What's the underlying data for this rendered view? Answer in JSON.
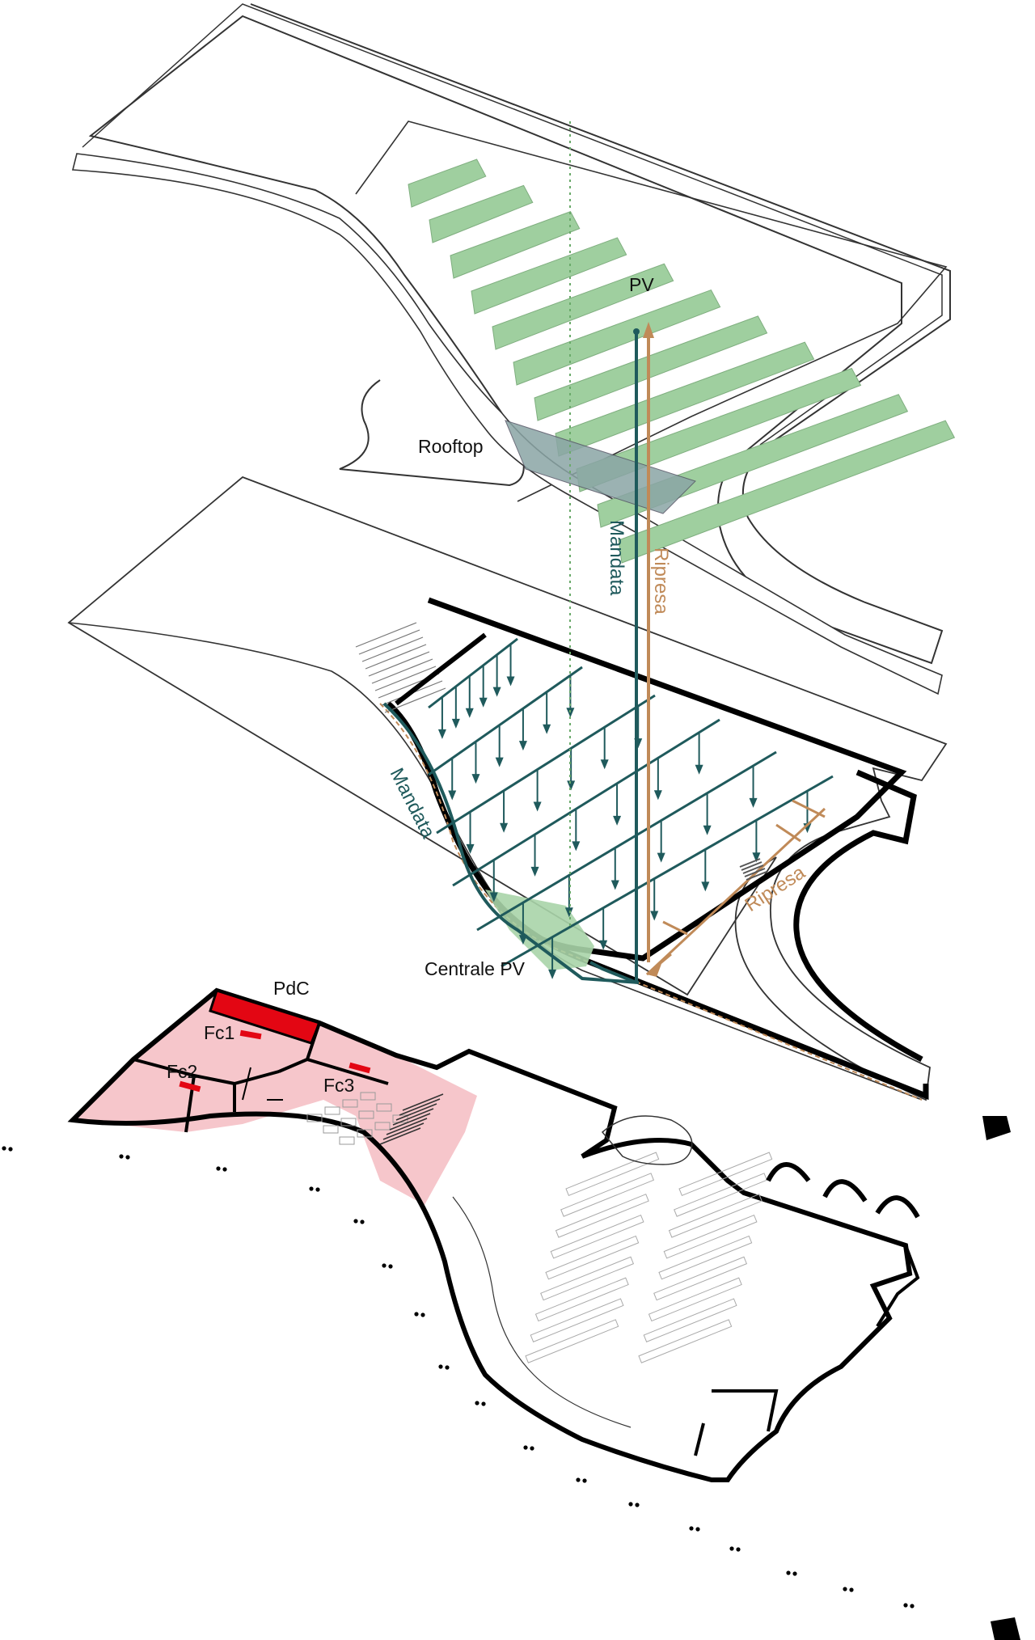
{
  "labels": {
    "pv": "PV",
    "rooftop": "Rooftop",
    "mandata_vertical": "Mandata",
    "ripresa_vertical": "Ripresa",
    "mandata_diagonal": "Mandata",
    "ripresa_diagonal": "Ripresa",
    "centrale_pv": "Centrale PV",
    "pdc": "PdC",
    "fc1": "Fc1",
    "fc2": "Fc2",
    "fc3": "Fc3"
  },
  "colors": {
    "pv_panel": "#9fcf9f",
    "mandata": "#1f5a5c",
    "ripresa": "#c08a58",
    "pdc_unit": "#e30613",
    "heated_zone": "#f6c6cb",
    "centrale_fill": "#a8d4a8",
    "rooftop_hatch": "#7f9a9a",
    "dotted_axis": "#6aaa6a"
  }
}
